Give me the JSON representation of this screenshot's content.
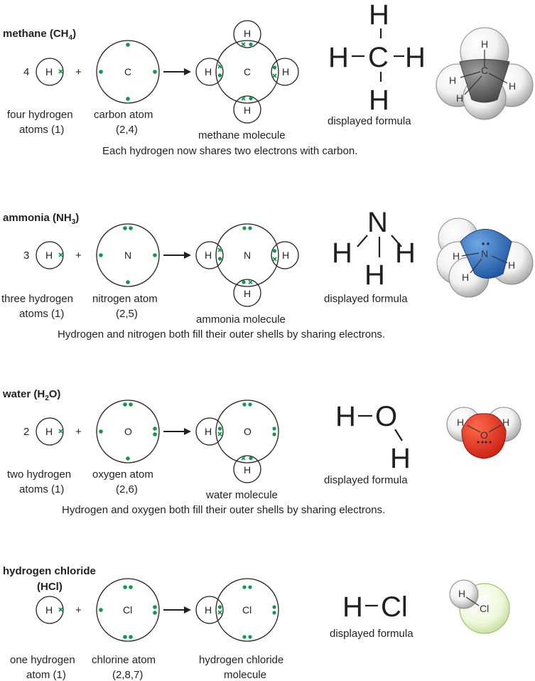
{
  "colors": {
    "electron": "#0b9a48",
    "carbon": "#555555",
    "nitrogen": "#1f63b0",
    "oxygen": "#d52518",
    "chlorine": "#cfe8a8"
  },
  "sections": {
    "methane": {
      "title": "methane (CH",
      "title_sub": "4",
      "title_end": ")",
      "count": "4",
      "h": "H",
      "center": "C",
      "plus": "+",
      "reactant1_line1": "four hydrogen",
      "reactant1_line2": "atoms (1)",
      "reactant2_line1": "carbon atom",
      "reactant2_line2": "(2,4)",
      "product_line1": "methane molecule",
      "displayed_label": "displayed formula",
      "caption": "Each hydrogen now shares two electrons with carbon."
    },
    "ammonia": {
      "title": "ammonia (NH",
      "title_sub": "3",
      "title_end": ")",
      "count": "3",
      "h": "H",
      "center": "N",
      "plus": "+",
      "reactant1_line1": "three hydrogen",
      "reactant1_line2": "atoms (1)",
      "reactant2_line1": "nitrogen atom",
      "reactant2_line2": "(2,5)",
      "product_line1": "ammonia molecule",
      "displayed_label": "displayed formula",
      "caption": "Hydrogen and nitrogen both fill their outer shells by sharing electrons."
    },
    "water": {
      "title": "water (H",
      "title_sub": "2",
      "title_end": "O)",
      "count": "2",
      "h": "H",
      "center": "O",
      "plus": "+",
      "reactant1_line1": "two hydrogen",
      "reactant1_line2": "atoms (1)",
      "reactant2_line1": "oxygen atom",
      "reactant2_line2": "(2,6)",
      "product_line1": "water molecule",
      "displayed_label": "displayed formula",
      "caption": "Hydrogen and oxygen both fill their outer shells by sharing electrons."
    },
    "hcl": {
      "title_line1": "hydrogen chloride",
      "title_line2": "(HCl)",
      "h": "H",
      "center": "Cl",
      "plus": "+",
      "reactant1_line1": "one hydrogen",
      "reactant1_line2": "atom (1)",
      "reactant2_line1": "chlorine atom",
      "reactant2_line2": "(2,8,7)",
      "product_line1": "hydrogen chloride",
      "product_line2": "molecule",
      "displayed_label": "displayed formula"
    }
  }
}
